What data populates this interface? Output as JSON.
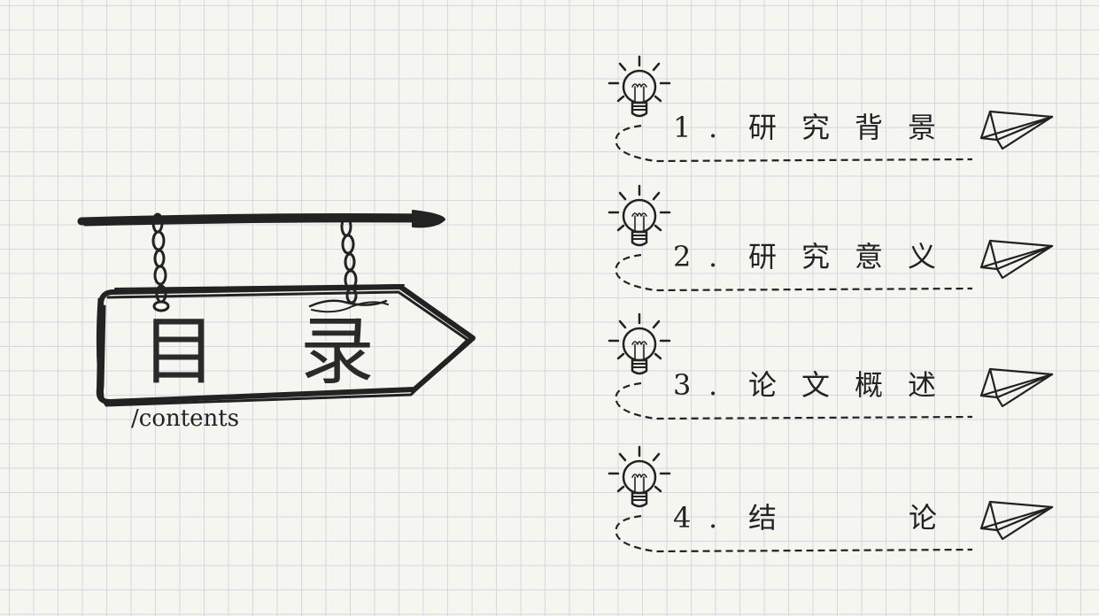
{
  "sign": {
    "title": "目 录",
    "subtitle": "/contents"
  },
  "menu": {
    "items": [
      {
        "number": "1",
        "dot": ".",
        "label": "研究背景",
        "label_end": ""
      },
      {
        "number": "2",
        "dot": ".",
        "label": "研究意义",
        "label_end": ""
      },
      {
        "number": "3",
        "dot": ".",
        "label": "论文概述",
        "label_end": ""
      },
      {
        "number": "4",
        "dot": ".",
        "label": "结",
        "label_end": "论"
      }
    ]
  },
  "icons": {
    "sign": "hanging-wooden-sign-icon",
    "bulb": "lightbulb-icon",
    "plane": "paper-plane-icon"
  },
  "colors": {
    "background": "#f6f6f1",
    "grid": "#d6d6e4",
    "ink": "#222222"
  }
}
